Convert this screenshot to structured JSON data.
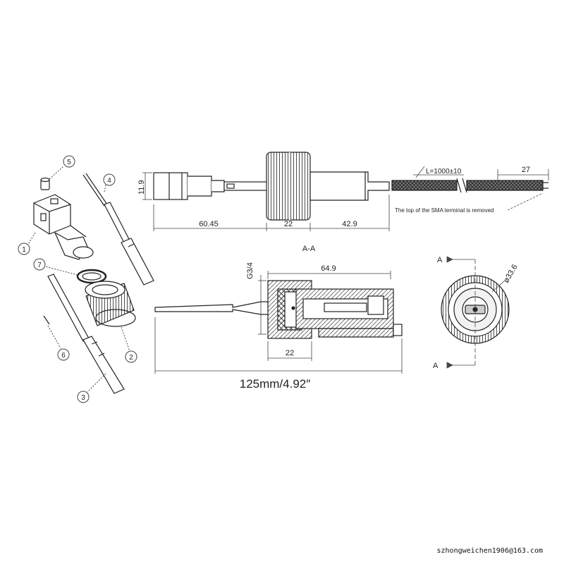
{
  "exploded_view": {
    "callouts": [
      "1",
      "2",
      "3",
      "4",
      "5",
      "6",
      "7"
    ]
  },
  "side_view": {
    "dimensions": {
      "height": "11.9",
      "left_length": "60.45",
      "nut_width": "22",
      "right_length": "42.9",
      "cable_length": "L=1000±10",
      "wire_strip": "27"
    },
    "note": "The top of the SMA terminal is removed"
  },
  "section_view": {
    "title": "A-A",
    "thread": "G3/4",
    "body_length": "64.9",
    "nut_width": "22",
    "total_length": "125mm/4.92″"
  },
  "end_view": {
    "section_label_top": "A",
    "section_label_bottom": "A",
    "diameter": "ø33.6"
  },
  "footer": {
    "email": "szhongweichen1906@163.com"
  }
}
